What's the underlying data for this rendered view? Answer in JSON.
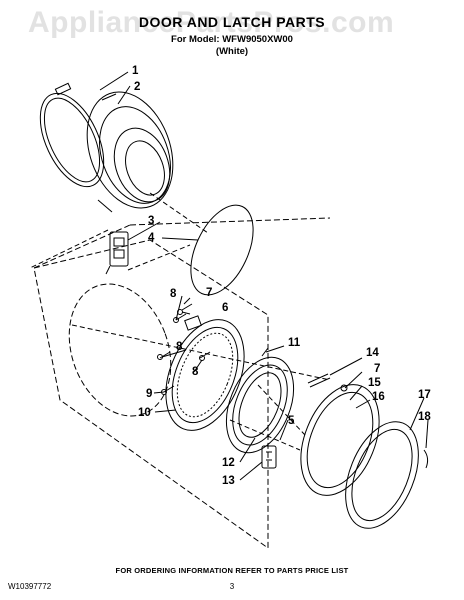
{
  "watermark": "AppliancePartsPros.com",
  "header": {
    "title": "DOOR AND LATCH PARTS",
    "model_line": "For Model: WFW9050XW00",
    "color_line": "(White)"
  },
  "callouts": [
    "1",
    "2",
    "3",
    "4",
    "5",
    "6",
    "7",
    "7",
    "8",
    "8",
    "8",
    "9",
    "10",
    "11",
    "12",
    "13",
    "14",
    "15",
    "16",
    "17",
    "18"
  ],
  "footer": {
    "ordering_note": "FOR ORDERING INFORMATION REFER TO PARTS PRICE LIST",
    "document_number": "W10397772",
    "page_number": "3"
  }
}
